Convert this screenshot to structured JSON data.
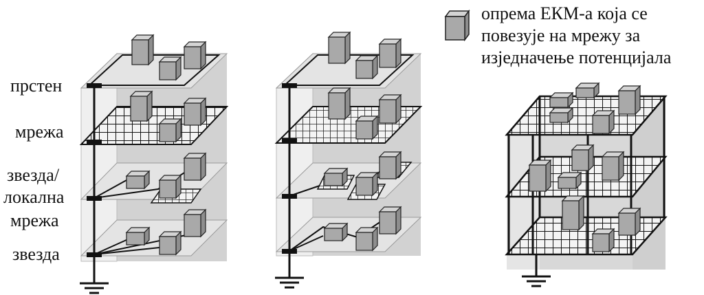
{
  "labels": {
    "ring": "прстен",
    "mesh": "мрежа",
    "star_local_line1": "звезда/",
    "star_local_line2": "локална",
    "star_local_line3": "мрежа",
    "star": "звезда"
  },
  "legend": {
    "line1": "опрема ЕКМ-а која се",
    "line2": "повезује на мрежу за",
    "line3": "изједначење потенцијала"
  },
  "colors": {
    "box_front": "#a9a9a9",
    "box_top": "#d4d4d4",
    "box_side": "#8e8e8e",
    "floor": "#e6e6e6",
    "wall": "#c8c8c8",
    "line": "#111111"
  }
}
